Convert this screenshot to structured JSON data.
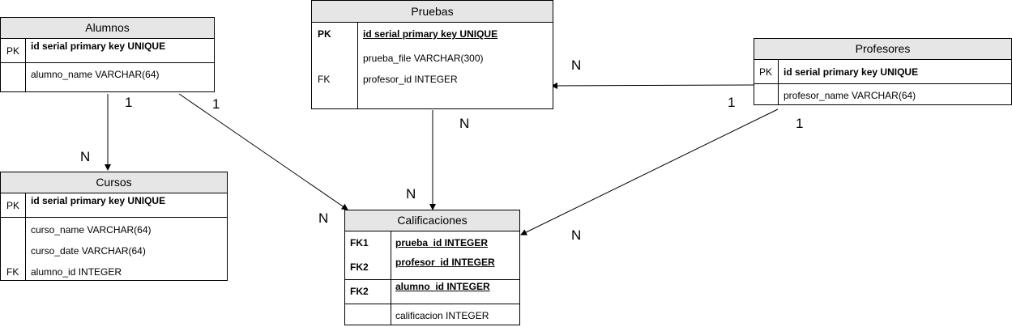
{
  "entities": {
    "alumnos": {
      "title": "Alumnos",
      "pk_key": "PK",
      "pk_field": "id serial primary key UNIQUE",
      "f1": "alumno_name VARCHAR(64)"
    },
    "pruebas": {
      "title": "Pruebas",
      "pk_key": "PK",
      "pk_field": "id serial primary key UNIQUE",
      "f1": "prueba_file VARCHAR(300)",
      "fk_key": "FK",
      "f2": "profesor_id INTEGER"
    },
    "profesores": {
      "title": "Profesores",
      "pk_key": "PK",
      "pk_field": "id serial primary key UNIQUE",
      "f1": "profesor_name VARCHAR(64)"
    },
    "cursos": {
      "title": "Cursos",
      "pk_key": "PK",
      "pk_field": "id serial primary key UNIQUE",
      "f1": "curso_name  VARCHAR(64)",
      "f2": "curso_date VARCHAR(64)",
      "fk_key": "FK",
      "f3": "alumno_id INTEGER"
    },
    "calificaciones": {
      "title": "Calificaciones",
      "k1": "FK1",
      "f1": "prueba_id INTEGER",
      "k2": "FK2",
      "f2": "profesor_id INTEGER",
      "k3": "FK2",
      "f3": "alumno_id INTEGER",
      "f4": "calificacion INTEGER"
    }
  },
  "cardinalities": {
    "alumnos_cursos_one": "1",
    "alumnos_cursos_many": "N",
    "alumnos_calif_one": "1",
    "alumnos_calif_many": "N",
    "pruebas_calif_n_top": "N",
    "pruebas_calif_n_bottom": "N",
    "profesores_pruebas_many": "N",
    "profesores_pruebas_one": "1",
    "profesores_calif_one": "1",
    "profesores_calif_many": "N"
  },
  "colors": {
    "header_bg": "#e6e6e6",
    "line": "#000000"
  }
}
